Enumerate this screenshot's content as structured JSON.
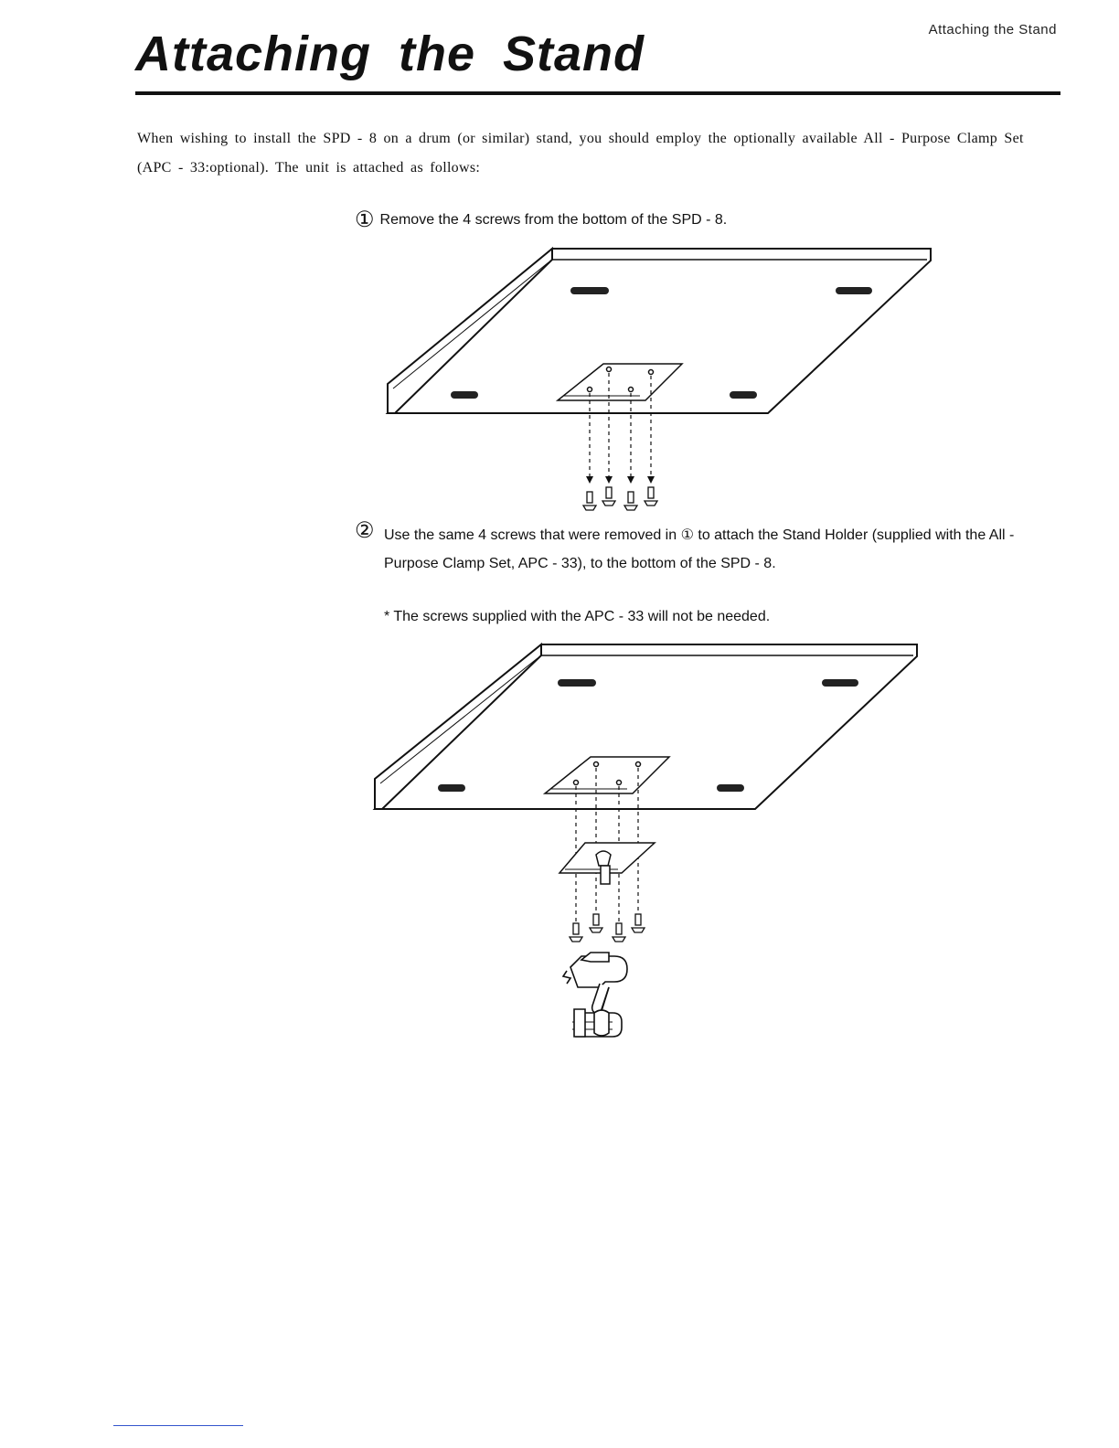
{
  "header": {
    "running_head": "Attaching the Stand",
    "title": "Attaching the Stand"
  },
  "intro": "When wishing to install the SPD - 8 on a drum (or similar) stand, you should employ the optionally available All - Purpose Clamp Set (APC - 33:optional). The unit is attached as follows:",
  "steps": [
    {
      "number": "①",
      "text": "Remove the 4 screws from the bottom of the SPD - 8."
    },
    {
      "number": "②",
      "text_before": "Use the same 4 screws that were removed in ",
      "ref": "①",
      "text_after": " to attach the Stand Holder (supplied with the All - Purpose Clamp Set, APC - 33), to the bottom of the SPD - 8."
    }
  ],
  "note": "* The screws supplied with the APC - 33 will not be needed."
}
